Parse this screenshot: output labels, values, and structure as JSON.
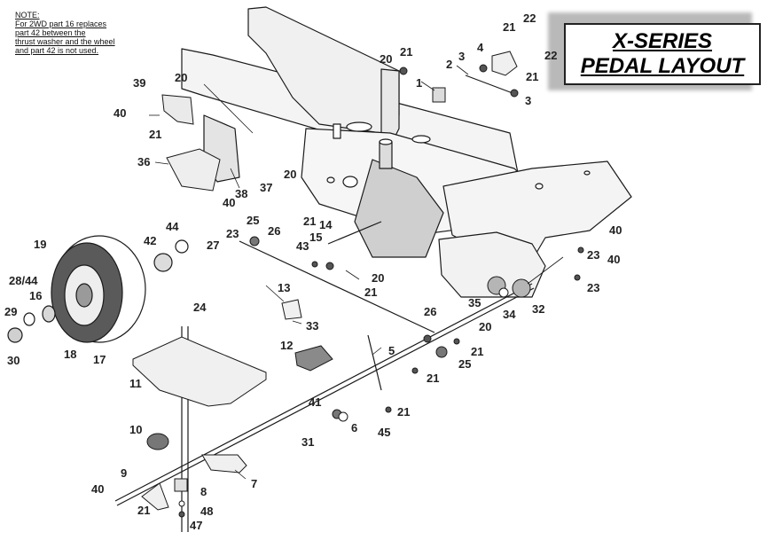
{
  "note": {
    "title": "NOTE:",
    "lines": [
      "For 2WD part 16 replaces",
      "part 42 between the",
      "thrust washer and the wheel",
      "and part 42 is not used."
    ]
  },
  "title": {
    "line1": "X-SERIES",
    "line2": "PEDAL LAYOUT"
  },
  "callouts": [
    "22",
    "21",
    "21",
    "20",
    "3",
    "4",
    "2",
    "22",
    "21",
    "1",
    "3",
    "20",
    "39",
    "40",
    "21",
    "36",
    "38",
    "20",
    "37",
    "40",
    "21",
    "14",
    "15",
    "25",
    "26",
    "23",
    "27",
    "44",
    "42",
    "19",
    "43",
    "13",
    "33",
    "21",
    "20",
    "28/44",
    "16",
    "29",
    "30",
    "18",
    "17",
    "24",
    "40",
    "23",
    "40",
    "23",
    "35",
    "34",
    "32",
    "26",
    "20",
    "21",
    "25",
    "5",
    "12",
    "11",
    "21",
    "41",
    "6",
    "31",
    "45",
    "21",
    "10",
    "9",
    "8",
    "7",
    "40",
    "21",
    "48",
    "47"
  ],
  "colors": {
    "line": "#1a1a1a",
    "fill_light": "#f4f4f4",
    "fill_mid": "#cfcfcf",
    "fill_dark": "#4a4a4a",
    "shadow": "#b9b9b9"
  }
}
